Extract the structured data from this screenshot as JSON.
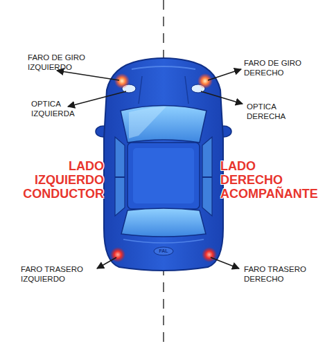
{
  "diagram": {
    "labels": [
      "FARO DE GIRO IZQUIERDO",
      "FARO DE GIRO DERECHO",
      "OPTICA IZQUIERDA",
      "OPTICA DERECHA",
      "LADO IZQUIERDO CONDUCTOR",
      "LADO DERECHO ACOMPAÑANTE",
      "FAL",
      "FARO TRASERO IZQUIERDO",
      "FARO TRASERO DERECHO"
    ]
  }
}
